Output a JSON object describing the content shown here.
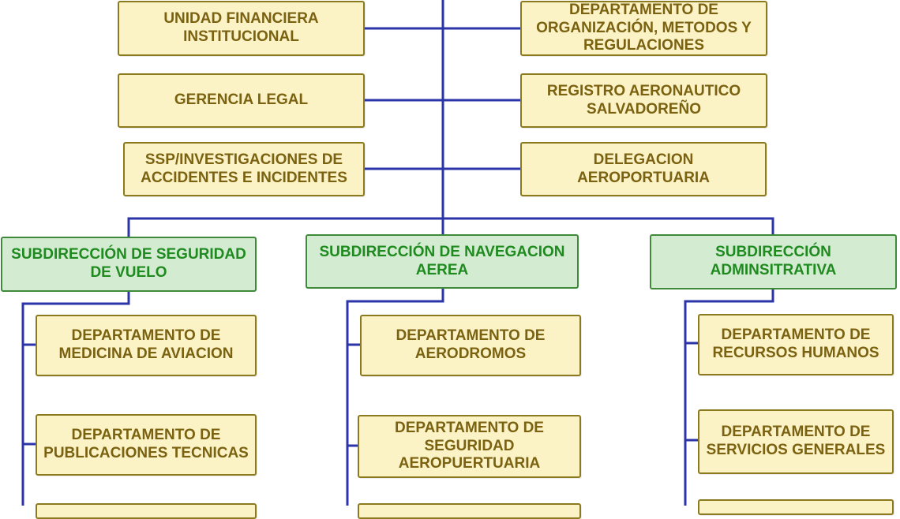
{
  "colors": {
    "connector": "#2c35a8",
    "staff_fill": "#fbf2c6",
    "staff_border": "#8b7a1e",
    "staff_text": "#7a6211",
    "subdir_fill": "#d3ebd0",
    "subdir_border": "#3f8a3a",
    "subdir_text": "#1f8a1f"
  },
  "staff_left": [
    {
      "label": "UNIDAD FINANCIERA INSTITUCIONAL"
    },
    {
      "label": "GERENCIA LEGAL"
    },
    {
      "label": "SSP/INVESTIGACIONES DE ACCIDENTES E INCIDENTES"
    }
  ],
  "staff_right": [
    {
      "label": "DEPARTAMENTO DE ORGANIZACIÓN, METODOS Y REGULACIONES"
    },
    {
      "label": "REGISTRO AERONAUTICO SALVADOREÑO"
    },
    {
      "label": "DELEGACION AEROPORTUARIA"
    }
  ],
  "subdirections": [
    {
      "label": "SUBDIRECCIÓN DE SEGURIDAD DE VUELO",
      "departments": [
        {
          "label": "DEPARTAMENTO DE MEDICINA DE AVIACION"
        },
        {
          "label": "DEPARTAMENTO DE PUBLICACIONES TECNICAS"
        }
      ]
    },
    {
      "label": "SUBDIRECCIÓN DE NAVEGACION AEREA",
      "departments": [
        {
          "label": "DEPARTAMENTO DE AERODROMOS"
        },
        {
          "label": "DEPARTAMENTO DE SEGURIDAD AEROPUERTUARIA"
        }
      ]
    },
    {
      "label": "SUBDIRECCIÓN ADMINSITRATIVA",
      "departments": [
        {
          "label": "DEPARTAMENTO DE RECURSOS HUMANOS"
        },
        {
          "label": "DEPARTAMENTO DE SERVICIOS GENERALES"
        }
      ]
    }
  ]
}
